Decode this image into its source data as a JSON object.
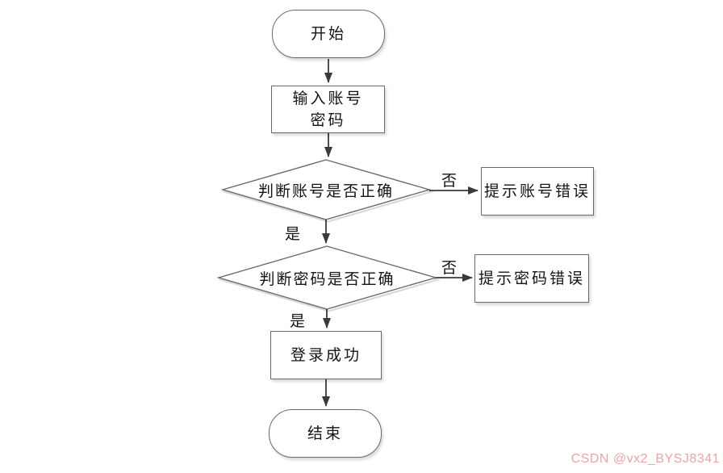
{
  "flowchart": {
    "nodes": [
      {
        "id": "start",
        "type": "terminator",
        "label": "开始"
      },
      {
        "id": "input-credentials",
        "type": "process",
        "lines": [
          "输入账号",
          "密码"
        ]
      },
      {
        "id": "check-account",
        "type": "decision",
        "label": "判断账号是否正确"
      },
      {
        "id": "account-error",
        "type": "process",
        "label": "提示账号错误"
      },
      {
        "id": "check-password",
        "type": "decision",
        "label": "判断密码是否正确"
      },
      {
        "id": "password-error",
        "type": "process",
        "label": "提示密码错误"
      },
      {
        "id": "login-success",
        "type": "process",
        "label": "登录成功"
      },
      {
        "id": "end",
        "type": "terminator",
        "label": "结束"
      }
    ],
    "edges": [
      {
        "from": "start",
        "to": "input-credentials"
      },
      {
        "from": "input-credentials",
        "to": "check-account"
      },
      {
        "from": "check-account",
        "to": "account-error",
        "label": "否"
      },
      {
        "from": "check-account",
        "to": "check-password",
        "label": "是"
      },
      {
        "from": "check-password",
        "to": "password-error",
        "label": "否"
      },
      {
        "from": "check-password",
        "to": "login-success",
        "label": "是"
      },
      {
        "from": "login-success",
        "to": "end"
      }
    ]
  },
  "colors": {
    "border": "#6a6a6a",
    "line": "#3a3a3a",
    "text": "#141414",
    "shadow": "#d9d9d9",
    "watermark": "#eda59e"
  },
  "watermark": {
    "text": "CSDN @vx2_BYSJ8341"
  }
}
